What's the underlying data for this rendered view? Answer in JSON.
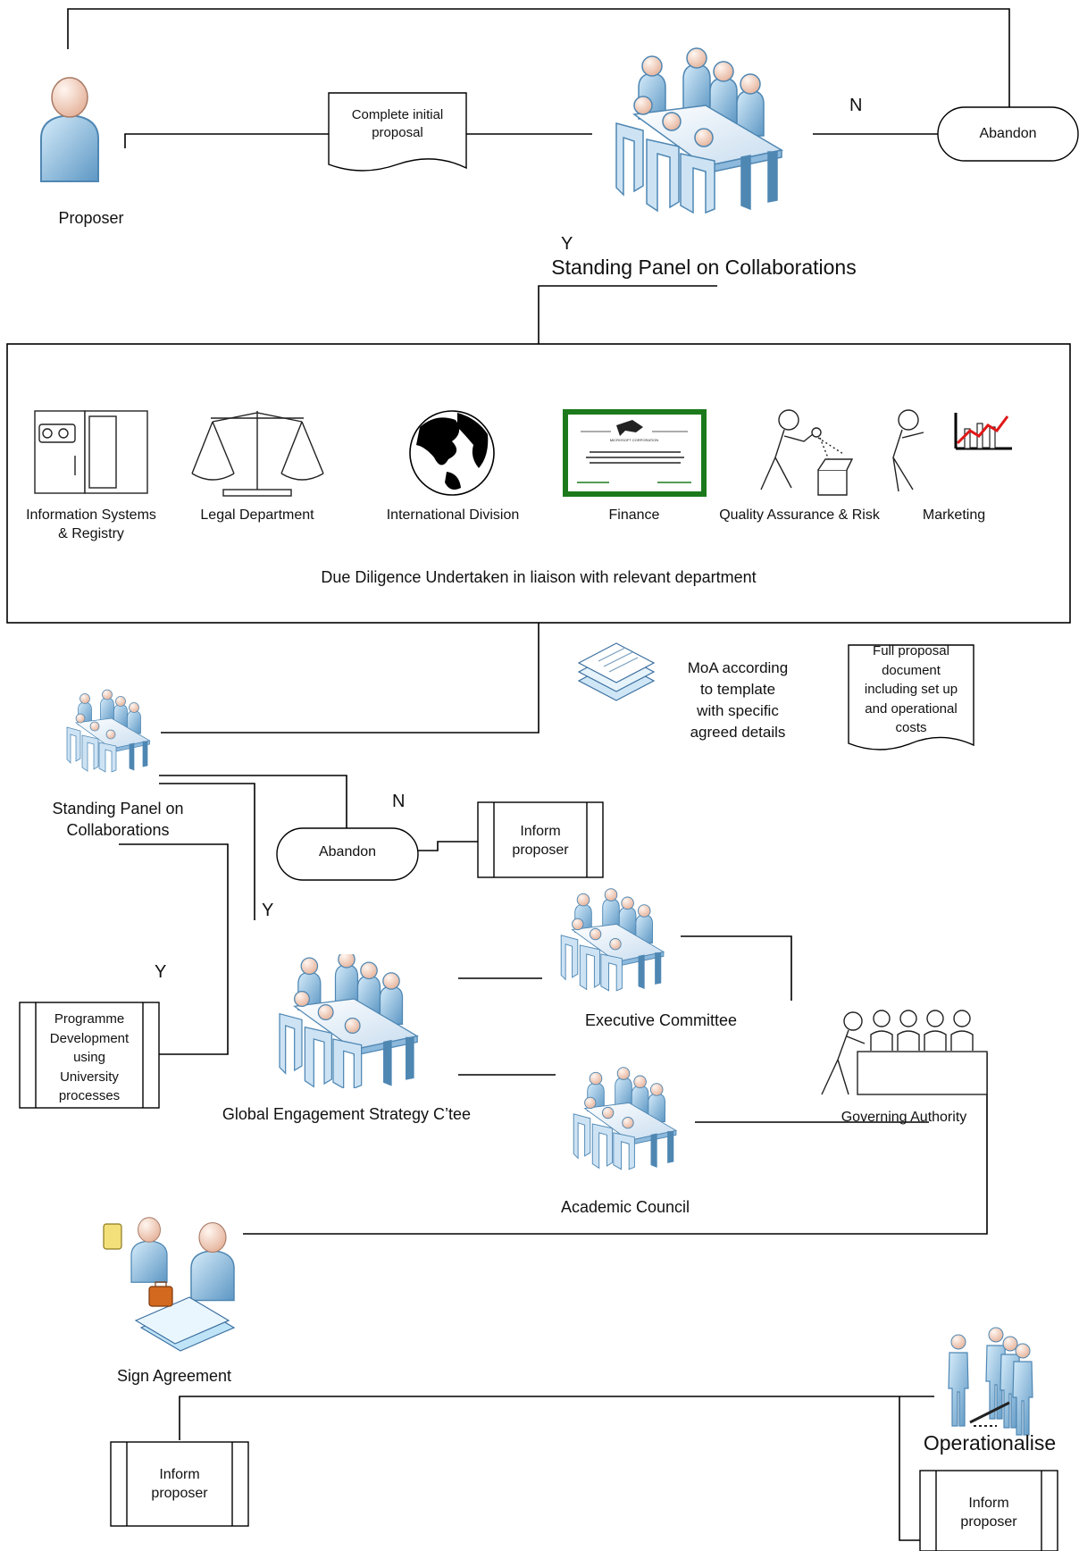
{
  "actors": {
    "proposer": "Proposer",
    "standing_panel_top": "Standing Panel on Collaborations",
    "standing_panel_mid": "Standing Panel on\nCollaborations",
    "global_engagement": "Global Engagement Strategy C’tee",
    "executive_committee": "Executive Committee",
    "academic_council": "Academic Council",
    "governing_authority": "Governing Authority",
    "sign_agreement": "Sign Agreement",
    "operationalise": "Operationalise"
  },
  "documents": {
    "complete_initial_proposal": "Complete initial\nproposal",
    "full_proposal": "Full proposal\ndocument\nincluding set up\nand operational\ncosts",
    "moa": "MoA according\nto template\nwith specific\nagreed details"
  },
  "terminals": {
    "abandon_top": "Abandon",
    "abandon_mid": "Abandon"
  },
  "processes": {
    "inform_mid": "Inform\nproposer",
    "programme_development": "Programme\nDevelopment\nusing\nUniversity\nprocesses",
    "inform_bottom_left": "Inform\nproposer",
    "inform_bottom_right": "Inform\nproposer"
  },
  "decisions": {
    "n_top": "N",
    "y_top": "Y",
    "n_mid": "N",
    "y_mid": "Y",
    "y_left": "Y"
  },
  "due_diligence": {
    "caption": "Due Diligence Undertaken in liaison with relevant department",
    "departments": [
      {
        "label": "Information Systems\n& Registry",
        "icon": "server-rack-icon"
      },
      {
        "label": "Legal Department",
        "icon": "scales-icon"
      },
      {
        "label": "International Division",
        "icon": "globe-icon"
      },
      {
        "label": "Finance",
        "icon": "certificate-icon"
      },
      {
        "label": "Quality Assurance & Risk",
        "icon": "inspector-icon"
      },
      {
        "label": "Marketing",
        "icon": "growth-chart-icon"
      }
    ],
    "certificate_text": "MICROSOFT CORPORATION"
  },
  "colors": {
    "person_fill": "#a9d3ee",
    "person_dark": "#4f87b3",
    "skin": "#f3d3c0",
    "table_top": "#eef4fb",
    "certificate_border": "#1c7a1c",
    "chart_red": "#e01818",
    "briefcase": "#d2691e"
  }
}
